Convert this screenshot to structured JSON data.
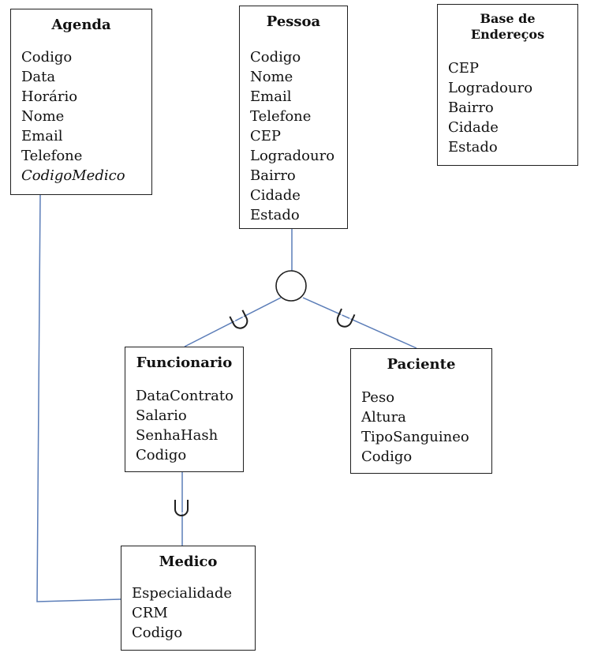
{
  "diagram": {
    "entities": {
      "agenda": {
        "title": "Agenda",
        "attributes": [
          "Codigo",
          "Data",
          "Horário",
          "Nome",
          "Email",
          "Telefone",
          "CodigoMedico"
        ]
      },
      "pessoa": {
        "title": "Pessoa",
        "attributes": [
          "Codigo",
          "Nome",
          "Email",
          "Telefone",
          "CEP",
          "Logradouro",
          "Bairro",
          "Cidade",
          "Estado"
        ]
      },
      "base": {
        "title_line_1": "Base de",
        "title_line_2": "Endereços",
        "attributes": [
          "CEP",
          "Logradouro",
          "Bairro",
          "Cidade",
          "Estado"
        ]
      },
      "funcionario": {
        "title": "Funcionario",
        "attributes": [
          "DataContrato",
          "Salario",
          "SenhaHash",
          "Codigo"
        ]
      },
      "paciente": {
        "title": "Paciente",
        "attributes": [
          "Peso",
          "Altura",
          "TipoSanguineo",
          "Codigo"
        ]
      },
      "medico": {
        "title": "Medico",
        "attributes": [
          "Especialidade",
          "CRM",
          "Codigo"
        ]
      }
    },
    "colors": {
      "connector": "#5b7db8",
      "border": "#1f1f1f",
      "text": "#111111"
    }
  }
}
